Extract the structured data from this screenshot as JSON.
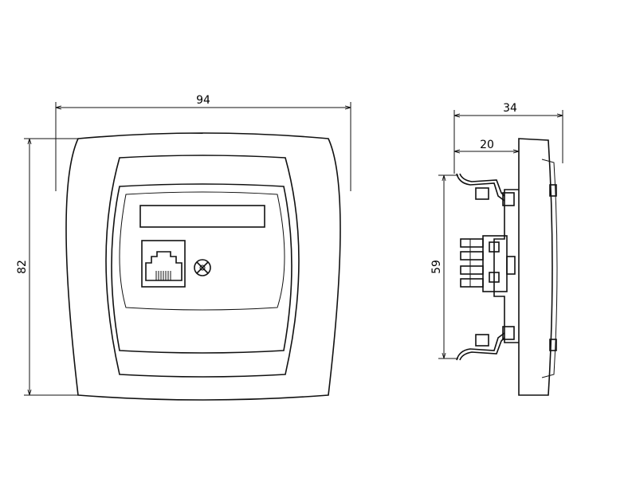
{
  "dimensions": {
    "width": "94",
    "height": "82",
    "depth_total": "34",
    "depth_mount": "20",
    "mount_height": "59"
  },
  "colors": {
    "line": "#111111",
    "background": "#ffffff"
  },
  "icons": {
    "socket": "rj45-port-icon",
    "screw": "screw-icon"
  }
}
